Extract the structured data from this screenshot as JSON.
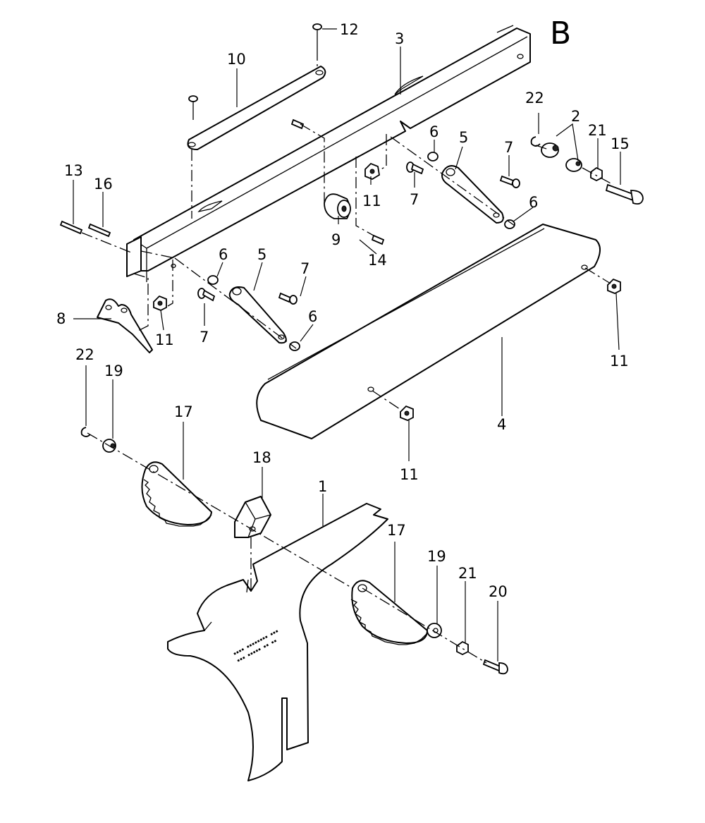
{
  "sheet_letter": "B",
  "guard_imprint": [
    "▪▪▪▪ ▪▪▪▪▪▪▪▪ ▪▪▪",
    "▪▪▪ ▪▪▪▪▪ ▪▪ ▪▪"
  ],
  "callouts": [
    {
      "id": "c12",
      "label": "12"
    },
    {
      "id": "c3",
      "label": "3"
    },
    {
      "id": "c10",
      "label": "10"
    },
    {
      "id": "c22a",
      "label": "22"
    },
    {
      "id": "c2",
      "label": "2"
    },
    {
      "id": "c21a",
      "label": "21"
    },
    {
      "id": "c15",
      "label": "15"
    },
    {
      "id": "c6a",
      "label": "6"
    },
    {
      "id": "c5a",
      "label": "5"
    },
    {
      "id": "c7a",
      "label": "7"
    },
    {
      "id": "c13",
      "label": "13"
    },
    {
      "id": "c16",
      "label": "16"
    },
    {
      "id": "c11a",
      "label": "11"
    },
    {
      "id": "c7b",
      "label": "7"
    },
    {
      "id": "c9",
      "label": "9"
    },
    {
      "id": "c6b",
      "label": "6"
    },
    {
      "id": "c14",
      "label": "14"
    },
    {
      "id": "c6c",
      "label": "6"
    },
    {
      "id": "c5b",
      "label": "5"
    },
    {
      "id": "c7c",
      "label": "7"
    },
    {
      "id": "c8",
      "label": "8"
    },
    {
      "id": "c11b",
      "label": "11"
    },
    {
      "id": "c7d",
      "label": "7"
    },
    {
      "id": "c6d",
      "label": "6"
    },
    {
      "id": "c11c",
      "label": "11"
    },
    {
      "id": "c22b",
      "label": "22"
    },
    {
      "id": "c19a",
      "label": "19"
    },
    {
      "id": "c17a",
      "label": "17"
    },
    {
      "id": "c4",
      "label": "4"
    },
    {
      "id": "c18",
      "label": "18"
    },
    {
      "id": "c11d",
      "label": "11"
    },
    {
      "id": "c1",
      "label": "1"
    },
    {
      "id": "c17b",
      "label": "17"
    },
    {
      "id": "c19b",
      "label": "19"
    },
    {
      "id": "c21b",
      "label": "21"
    },
    {
      "id": "c20",
      "label": "20"
    }
  ]
}
